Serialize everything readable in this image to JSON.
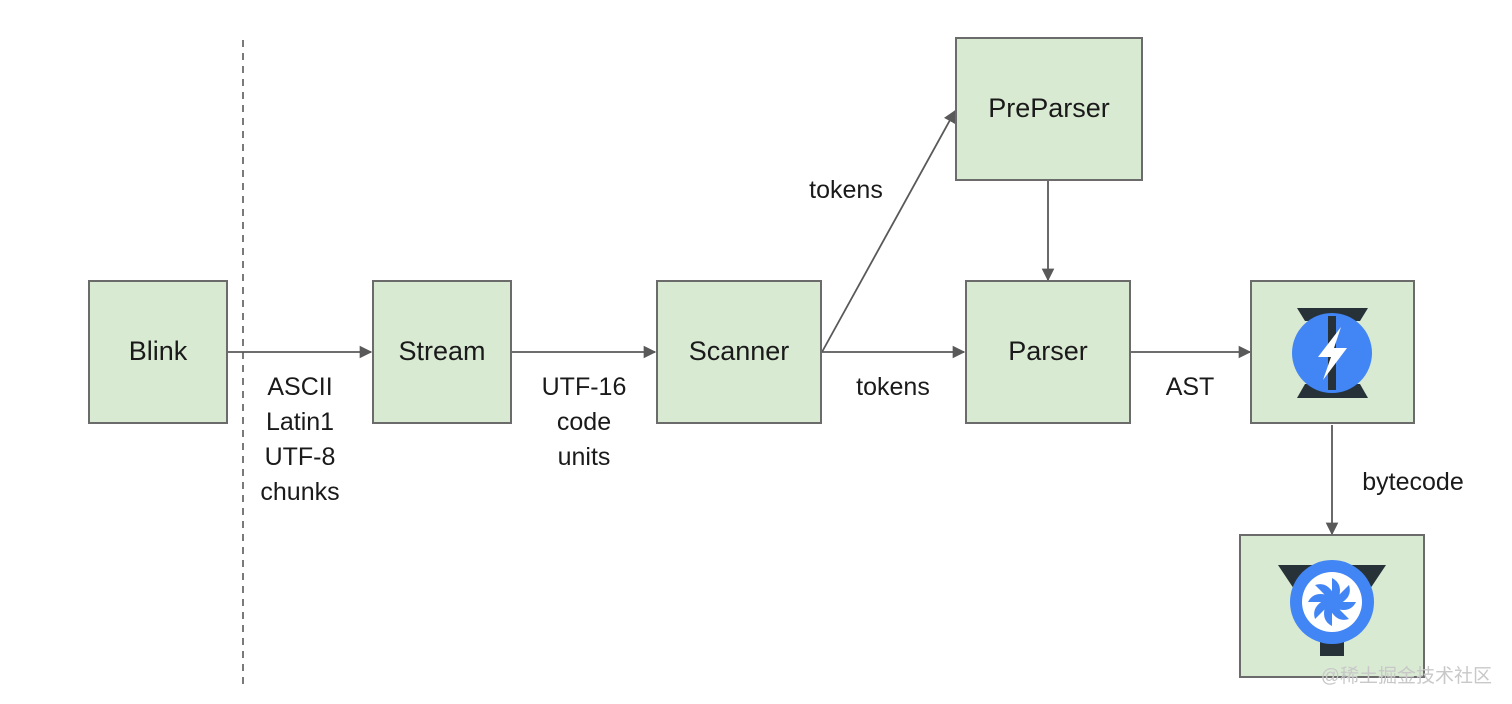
{
  "nodes": {
    "blink": "Blink",
    "stream": "Stream",
    "scanner": "Scanner",
    "preparser": "PreParser",
    "parser": "Parser",
    "ignition_icon": "ignition-lightning-icon",
    "turbofan_icon": "turbofan-fan-icon"
  },
  "edges": {
    "blink_to_stream": [
      "ASCII",
      "Latin1",
      "UTF-8",
      "chunks"
    ],
    "stream_to_scanner": [
      "UTF-16",
      "code",
      "units"
    ],
    "scanner_to_preparser": "tokens",
    "scanner_to_parser": "tokens",
    "parser_to_interpreter": "AST",
    "interpreter_to_compiler": "bytecode"
  },
  "watermark": "@稀土掘金技术社区",
  "colors": {
    "box_fill": "#d9ead3",
    "box_stroke": "#6b6b6b",
    "icon_blue": "#4285f4",
    "icon_dark": "#263238"
  }
}
